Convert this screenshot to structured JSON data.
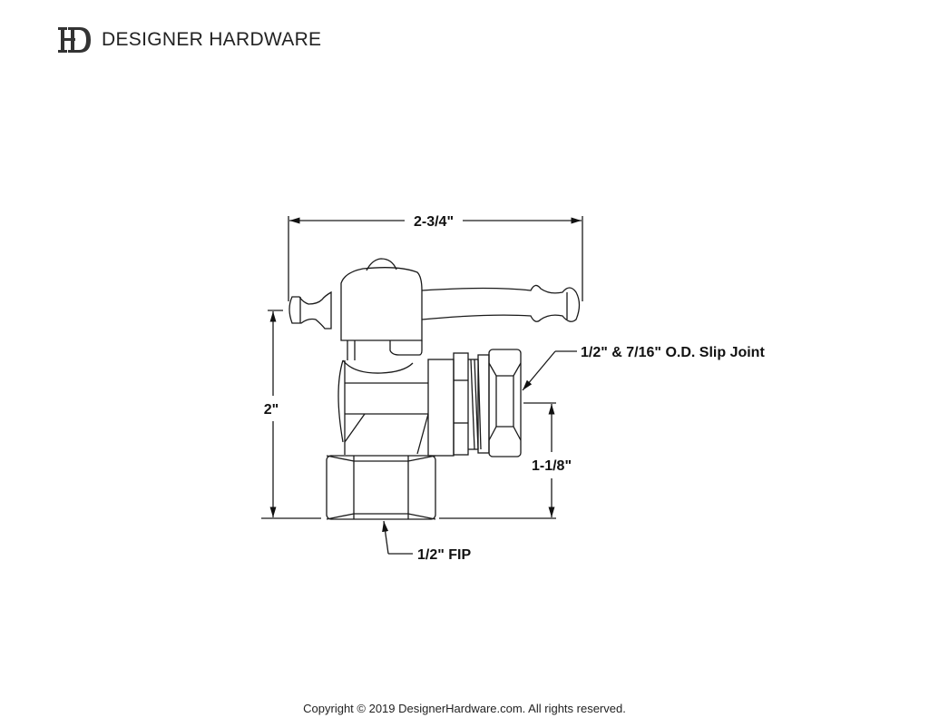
{
  "header": {
    "brand_name": "DESIGNER HARDWARE",
    "logo_icon": "dh-monogram-icon"
  },
  "drawing": {
    "subject": "angle stop valve with lever handle",
    "dimensions": {
      "overall_width": "2-3/4\"",
      "overall_height": "2\"",
      "outlet_height": "1-1/8\""
    },
    "callouts": {
      "outlet": "1/2\" & 7/16\" O.D. Slip Joint",
      "inlet": "1/2\" FIP"
    },
    "line_color": "#1a1a1a"
  },
  "footer": {
    "copyright": "Copyright © 2019 DesignerHardware.com. All rights reserved."
  }
}
